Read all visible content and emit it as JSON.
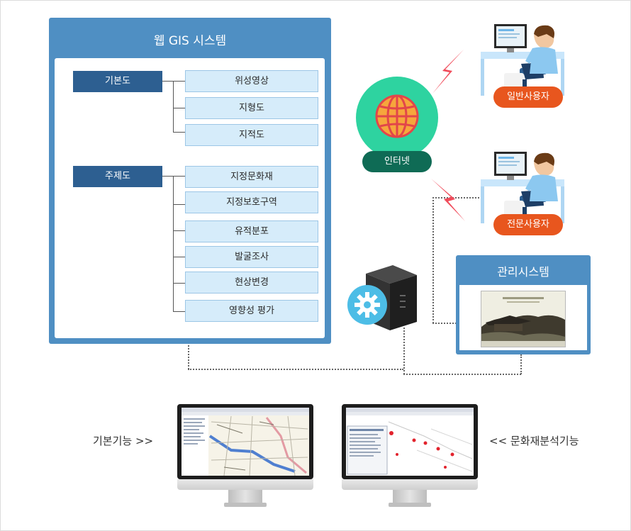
{
  "gis_system": {
    "title": "웹 GIS 시스템",
    "categories": [
      {
        "label": "기본도",
        "layers": [
          "위성영상",
          "지형도",
          "지적도"
        ]
      },
      {
        "label": "주제도",
        "layers": [
          "지정문화재",
          "지정보호구역",
          "유적분포",
          "발굴조사",
          "현상변경",
          "영향성 평가"
        ]
      }
    ]
  },
  "network": {
    "internet_label": "인터넷",
    "icon": "globe-icon"
  },
  "users": [
    {
      "label": "일반사용자",
      "icon": "user-workstation-icon"
    },
    {
      "label": "전문사용자",
      "icon": "user-workstation-icon"
    }
  ],
  "server": {
    "icon": "server-icon",
    "badge_icon": "gear-icon"
  },
  "management_system": {
    "title": "관리시스템"
  },
  "functions": {
    "basic": "기본기능 >>",
    "analysis": "<< 문화재분석기능"
  },
  "colors": {
    "panel_blue": "#4f8fc3",
    "category_navy": "#2d5f91",
    "layer_fill": "#d6ecfa",
    "internet_green": "#2ed3a0",
    "internet_dark": "#0f6b55",
    "user_orange": "#e8561e",
    "lightning_red": "#f04b5a"
  }
}
